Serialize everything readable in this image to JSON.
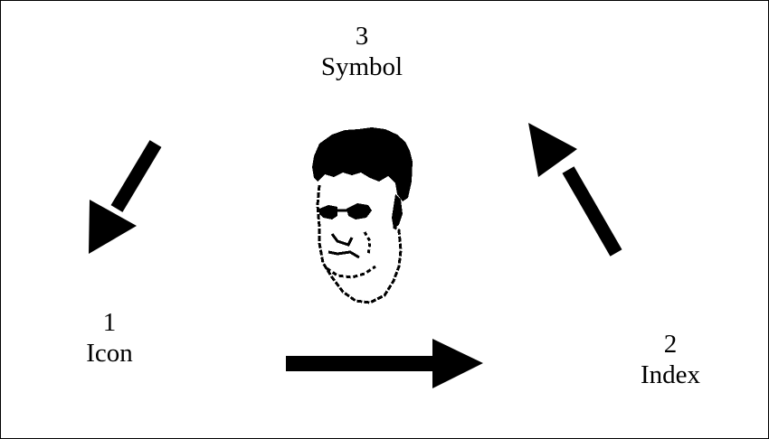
{
  "colors": {
    "ink": "#000000",
    "background": "#ffffff"
  },
  "nodes": [
    {
      "id": "symbol",
      "number": "3",
      "name": "Symbol"
    },
    {
      "id": "icon",
      "number": "1",
      "name": "Icon"
    },
    {
      "id": "index",
      "number": "2",
      "name": "Index"
    }
  ],
  "arrows": [
    {
      "from": "symbol",
      "to": "icon"
    },
    {
      "from": "icon",
      "to": "index"
    },
    {
      "from": "index",
      "to": "symbol"
    }
  ],
  "center_image": {
    "icon": "pixelated-face-icon"
  }
}
